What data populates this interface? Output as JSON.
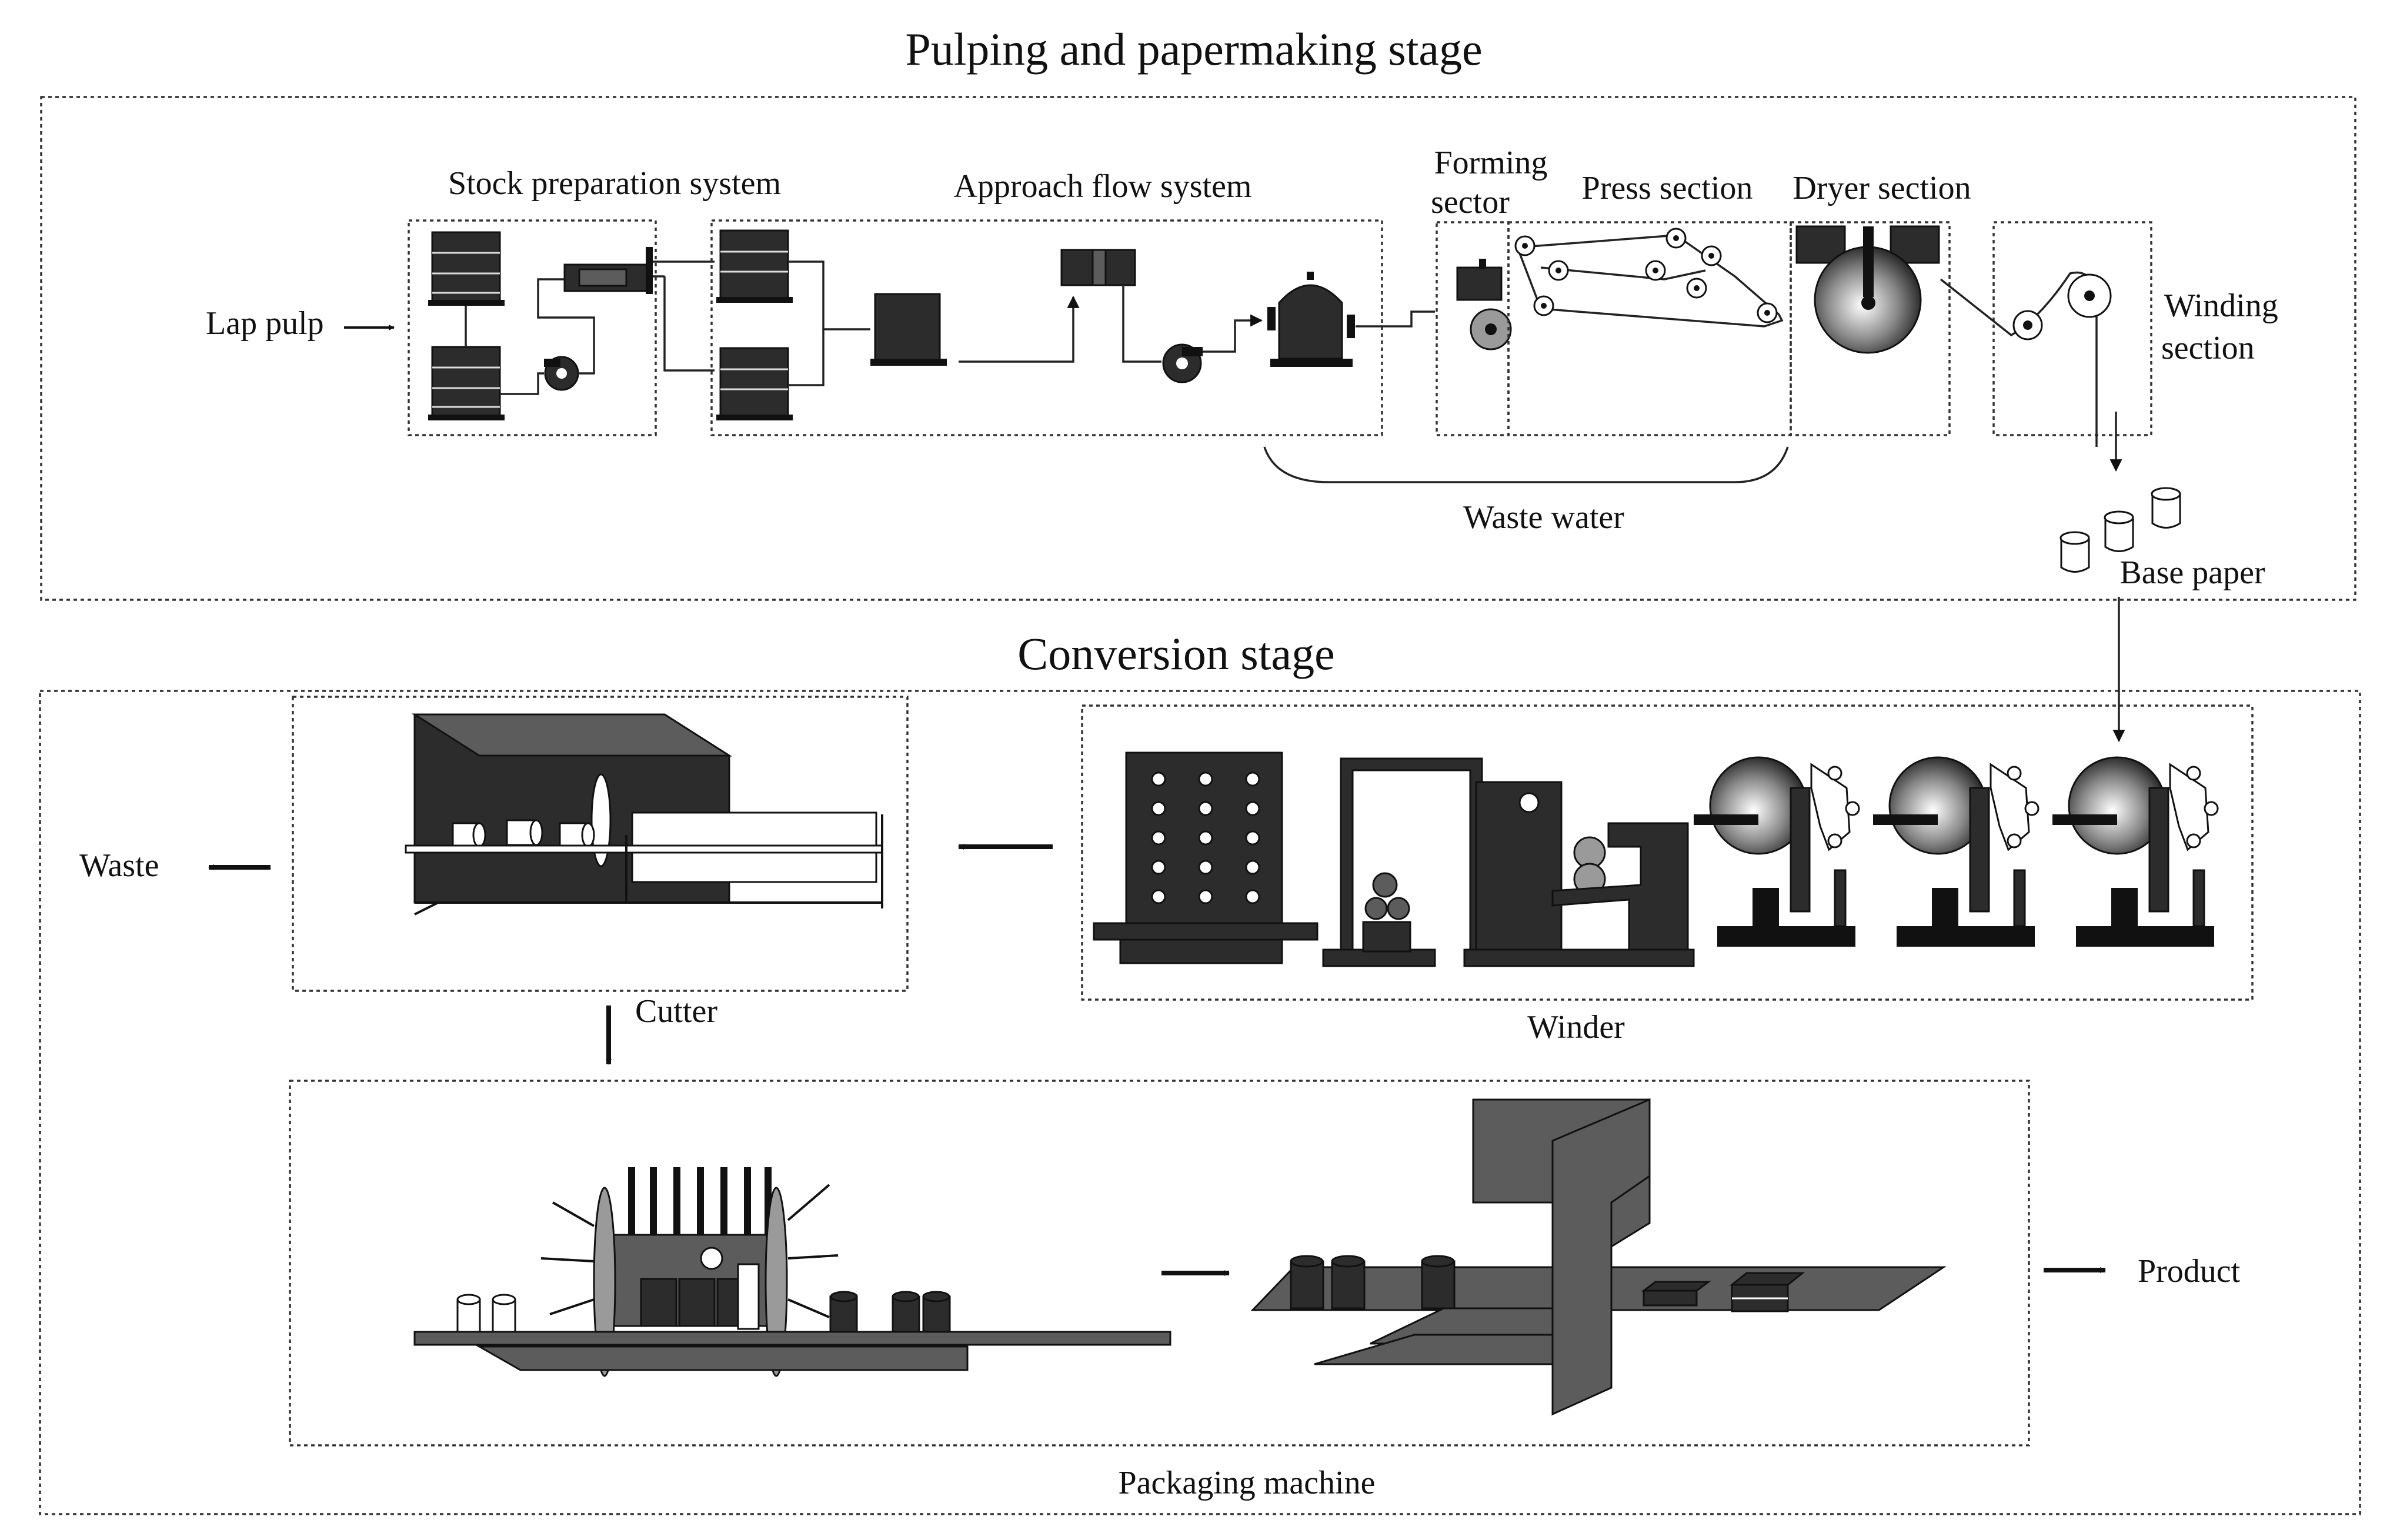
{
  "stages": {
    "pulping_title": "Pulping and papermaking stage",
    "conversion_title": "Conversion stage"
  },
  "labels": {
    "lap_pulp": "Lap pulp",
    "stock_prep": "Stock preparation system",
    "approach_flow": "Approach flow system",
    "forming_line1": "Forming",
    "forming_line2": "sector",
    "press": "Press section",
    "dryer": "Dryer section",
    "winding_line1": "Winding",
    "winding_line2": "section",
    "waste_water": "Waste water",
    "base_paper": "Base paper",
    "waste": "Waste",
    "cutter": "Cutter",
    "winder": "Winder",
    "product": "Product",
    "packaging": "Packaging machine"
  },
  "colors": {
    "dark": "#2c2c2c",
    "medium": "#5c5c5c",
    "light": "#9a9a9a",
    "line": "#111111"
  }
}
